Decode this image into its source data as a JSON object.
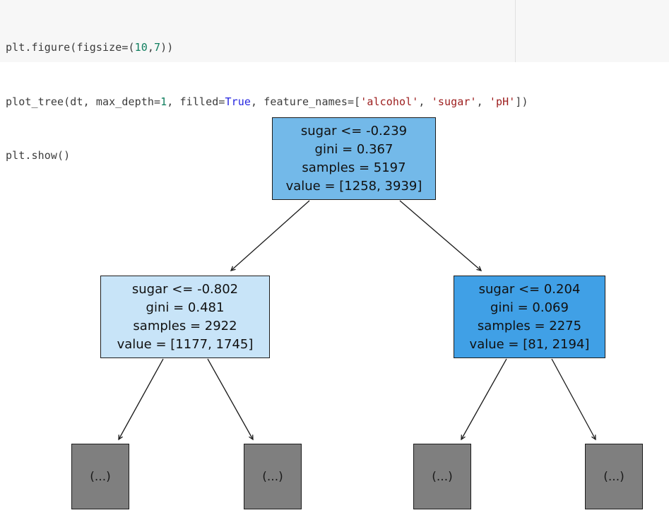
{
  "code_cell": {
    "language": "python",
    "lines": [
      {
        "tokens": [
          {
            "t": "plt.figure(figsize=(",
            "type": "default"
          },
          {
            "t": "10",
            "type": "number"
          },
          {
            "t": ",",
            "type": "default"
          },
          {
            "t": "7",
            "type": "number"
          },
          {
            "t": "))",
            "type": "default"
          }
        ]
      },
      {
        "tokens": [
          {
            "t": "plot_tree(dt, max_depth=",
            "type": "default"
          },
          {
            "t": "1",
            "type": "number"
          },
          {
            "t": ", filled=",
            "type": "default"
          },
          {
            "t": "True",
            "type": "keyword"
          },
          {
            "t": ", feature_names=[",
            "type": "default"
          },
          {
            "t": "'alcohol'",
            "type": "string"
          },
          {
            "t": ", ",
            "type": "default"
          },
          {
            "t": "'sugar'",
            "type": "string"
          },
          {
            "t": ", ",
            "type": "default"
          },
          {
            "t": "'pH'",
            "type": "string"
          },
          {
            "t": "])",
            "type": "default"
          }
        ]
      },
      {
        "tokens": [
          {
            "t": "plt.show()",
            "type": "default"
          }
        ]
      }
    ],
    "colors": {
      "background": "#f7f7f7",
      "ruler": "#e0e0e0",
      "default_text": "#3c3c3c",
      "number": "#0f7e5e",
      "keyword": "#2626e0",
      "string": "#9c1c1c"
    }
  },
  "tree": {
    "type": "decision_tree",
    "feature_names": [
      "alcohol",
      "sugar",
      "pH"
    ],
    "max_depth_shown": 1,
    "decision_nodes": [
      {
        "id": "root",
        "condition": "sugar <= -0.239",
        "gini": "gini = 0.367",
        "samples": "samples = 5197",
        "value": "value = [1258, 3939]",
        "fill": "#73b9e9"
      },
      {
        "id": "left-child",
        "condition": "sugar <= -0.802",
        "gini": "gini = 0.481",
        "samples": "samples = 2922",
        "value": "value = [1177, 1745]",
        "fill": "#c8e4f8"
      },
      {
        "id": "right-child",
        "condition": "sugar <= 0.204",
        "gini": "gini = 0.069",
        "samples": "samples = 2275",
        "value": "value = [81, 2194]",
        "fill": "#40a0e6"
      }
    ],
    "leaf_nodes": [
      {
        "id": "leaf-1",
        "label": "(...)",
        "fill": "#7f7f7f"
      },
      {
        "id": "leaf-2",
        "label": "(...)",
        "fill": "#7f7f7f"
      },
      {
        "id": "leaf-3",
        "label": "(...)",
        "fill": "#7f7f7f"
      },
      {
        "id": "leaf-4",
        "label": "(...)",
        "fill": "#7f7f7f"
      }
    ],
    "edge_color": "#1a1a1a",
    "node_border_color": "#1c1c1c"
  }
}
